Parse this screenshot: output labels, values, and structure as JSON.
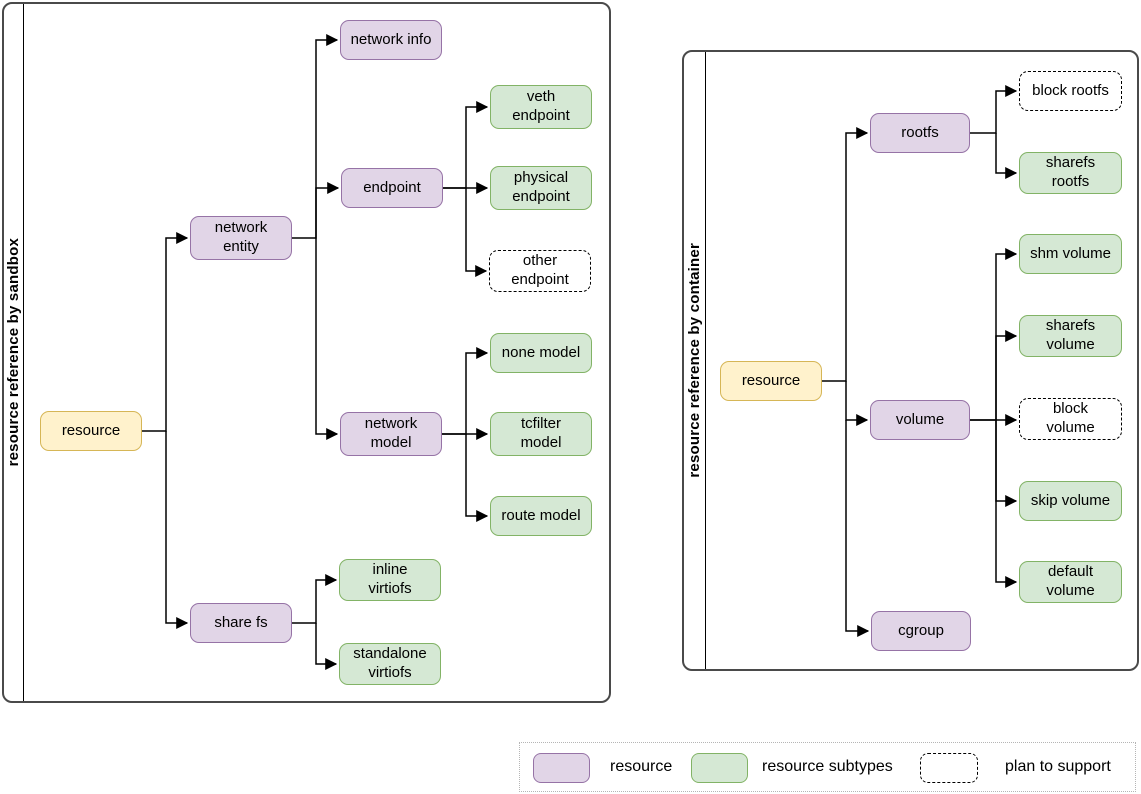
{
  "diagram": {
    "colors": {
      "root_fill": "#fff2cc",
      "root_stroke": "#d6b656",
      "resource_fill": "#e1d5e7",
      "resource_stroke": "#9673a6",
      "subtype_fill": "#d5e8d4",
      "subtype_stroke": "#82b366",
      "planned_fill": "#ffffff",
      "planned_stroke": "#000000",
      "edge": "#000000"
    },
    "panels": [
      {
        "title": "resource reference by sandbox",
        "nodes": [
          {
            "id": "resource",
            "label": "resource",
            "type": "root"
          },
          {
            "id": "network-entity",
            "label": "network\nentity",
            "type": "resource"
          },
          {
            "id": "share-fs",
            "label": "share fs",
            "type": "resource"
          },
          {
            "id": "network-info",
            "label": "network info",
            "type": "resource"
          },
          {
            "id": "endpoint",
            "label": "endpoint",
            "type": "resource"
          },
          {
            "id": "network-model",
            "label": "network\nmodel",
            "type": "resource"
          },
          {
            "id": "veth-endpoint",
            "label": "veth\nendpoint",
            "type": "subtype"
          },
          {
            "id": "physical-endpoint",
            "label": "physical\nendpoint",
            "type": "subtype"
          },
          {
            "id": "other-endpoint",
            "label": "other\nendpoint",
            "type": "planned"
          },
          {
            "id": "none-model",
            "label": "none model",
            "type": "subtype"
          },
          {
            "id": "tcfilter-model",
            "label": "tcfilter\nmodel",
            "type": "subtype"
          },
          {
            "id": "route-model",
            "label": "route model",
            "type": "subtype"
          },
          {
            "id": "inline-virtiofs",
            "label": "inline\nvirtiofs",
            "type": "subtype"
          },
          {
            "id": "standalone-virtiofs",
            "label": "standalone\nvirtiofs",
            "type": "subtype"
          }
        ],
        "edges": [
          [
            "resource",
            "network-entity"
          ],
          [
            "resource",
            "share-fs"
          ],
          [
            "network-entity",
            "network-info"
          ],
          [
            "network-entity",
            "endpoint"
          ],
          [
            "network-entity",
            "network-model"
          ],
          [
            "endpoint",
            "veth-endpoint"
          ],
          [
            "endpoint",
            "physical-endpoint"
          ],
          [
            "endpoint",
            "other-endpoint"
          ],
          [
            "network-model",
            "none-model"
          ],
          [
            "network-model",
            "tcfilter-model"
          ],
          [
            "network-model",
            "route-model"
          ],
          [
            "share-fs",
            "inline-virtiofs"
          ],
          [
            "share-fs",
            "standalone-virtiofs"
          ]
        ]
      },
      {
        "title": "resource reference by container",
        "nodes": [
          {
            "id": "resource",
            "label": "resource",
            "type": "root"
          },
          {
            "id": "rootfs",
            "label": "rootfs",
            "type": "resource"
          },
          {
            "id": "volume",
            "label": "volume",
            "type": "resource"
          },
          {
            "id": "cgroup",
            "label": "cgroup",
            "type": "resource"
          },
          {
            "id": "block-rootfs",
            "label": "block rootfs",
            "type": "planned"
          },
          {
            "id": "sharefs-rootfs",
            "label": "sharefs\nrootfs",
            "type": "subtype"
          },
          {
            "id": "shm-volume",
            "label": "shm volume",
            "type": "subtype"
          },
          {
            "id": "sharefs-volume",
            "label": "sharefs\nvolume",
            "type": "subtype"
          },
          {
            "id": "block-volume",
            "label": "block\nvolume",
            "type": "planned"
          },
          {
            "id": "skip-volume",
            "label": "skip volume",
            "type": "subtype"
          },
          {
            "id": "default-volume",
            "label": "default\nvolume",
            "type": "subtype"
          }
        ],
        "edges": [
          [
            "resource",
            "rootfs"
          ],
          [
            "resource",
            "volume"
          ],
          [
            "resource",
            "cgroup"
          ],
          [
            "rootfs",
            "block-rootfs"
          ],
          [
            "rootfs",
            "sharefs-rootfs"
          ],
          [
            "volume",
            "shm-volume"
          ],
          [
            "volume",
            "sharefs-volume"
          ],
          [
            "volume",
            "block-volume"
          ],
          [
            "volume",
            "skip-volume"
          ],
          [
            "volume",
            "default-volume"
          ]
        ]
      }
    ],
    "legend": {
      "items": [
        {
          "label": "resource",
          "type": "resource"
        },
        {
          "label": "resource subtypes",
          "type": "subtype"
        },
        {
          "label": "plan to support",
          "type": "planned"
        }
      ]
    }
  }
}
